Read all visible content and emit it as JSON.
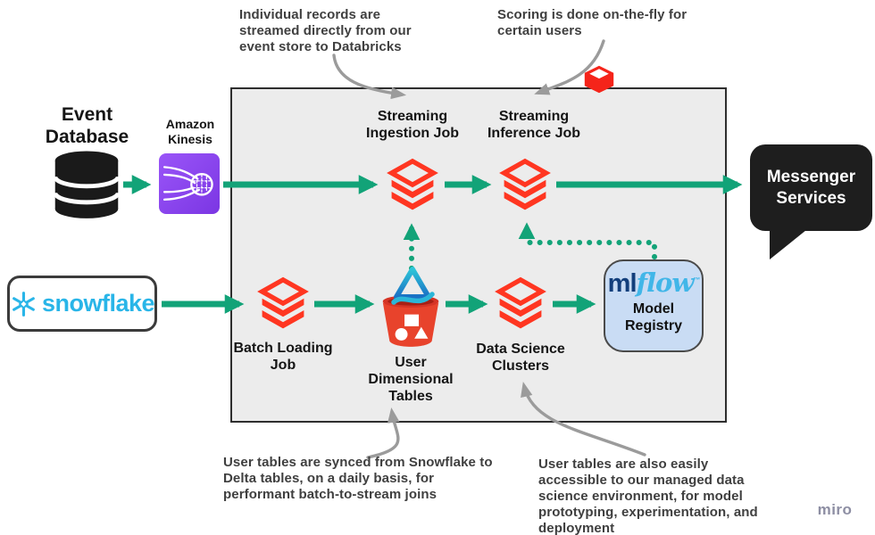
{
  "notes": {
    "top_left": "Individual records are\nstreamed directly from our\nevent store to Databricks",
    "top_right": "Scoring is done on-the-fly for\ncertain users",
    "bottom_left": "User tables are synced from Snowflake to\nDelta tables, on a daily basis, for\nperformant batch-to-stream joins",
    "bottom_right": "User tables are also easily\naccessible to our managed data\nscience environment, for model\nprototyping, experimentation, and\ndeployment"
  },
  "sources": {
    "event_database": {
      "label": "Event\nDatabase"
    },
    "amazon_kinesis": {
      "label": "Amazon\nKinesis"
    },
    "snowflake": {
      "label": "snowflake"
    }
  },
  "platform": {
    "streaming_ingestion_job": {
      "label": "Streaming\nIngestion Job"
    },
    "streaming_inference_job": {
      "label": "Streaming\nInference Job"
    },
    "batch_loading_job": {
      "label": "Batch Loading\nJob"
    },
    "user_dimensional_tables": {
      "label": "User\nDimensional\nTables"
    },
    "data_science_clusters": {
      "label": "Data Science\nClusters"
    },
    "mlflow": {
      "brand_ml": "ml",
      "brand_flow": "flow",
      "trademark": "™",
      "label": "Model\nRegistry"
    }
  },
  "outputs": {
    "messenger_services": {
      "label": "Messenger\nServices"
    }
  },
  "watermark": {
    "label": "miro"
  },
  "icons": {
    "database": "database-cylinder-icon",
    "kinesis": "kinesis-streams-icon",
    "databricks": "databricks-stack-icon",
    "delta_lake": "delta-lake-triangle-icon",
    "bucket": "red-bucket-tables-icon",
    "snowflake": "snowflake-icon",
    "cube": "red-cube-model-icon"
  },
  "colors": {
    "arrow_green": "#12a378",
    "databricks_red": "#ff3621",
    "kinesis_purple": "#8a46f0",
    "snowflake_blue": "#29b5e8",
    "mlflow_navy": "#133f7c",
    "mlflow_cyan": "#41b6e8",
    "mlflow_box_fill": "#c9dcf4",
    "main_box_fill": "#ececec",
    "bubble_black": "#1e1e1e",
    "annotation_gray": "#3f3f3f",
    "connector_gray": "#9b9b9b"
  }
}
